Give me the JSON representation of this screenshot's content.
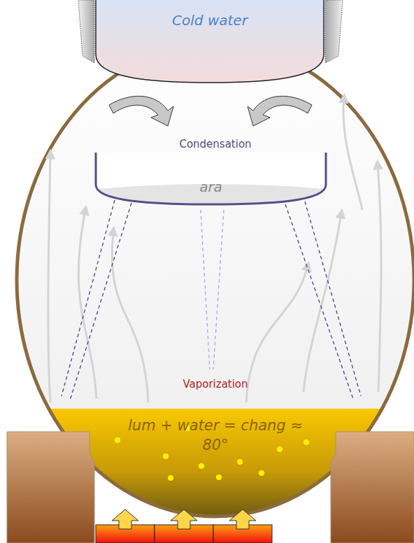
{
  "diagram": {
    "nodes": [
      {
        "text": [
          "Cold water"
        ]
      },
      {
        "text": [
          "ara"
        ]
      },
      {
        "text": [
          "lum + water = chang ≈ 80°"
        ]
      }
    ],
    "labels": [
      "Condensation",
      "Vaporization"
    ]
  }
}
